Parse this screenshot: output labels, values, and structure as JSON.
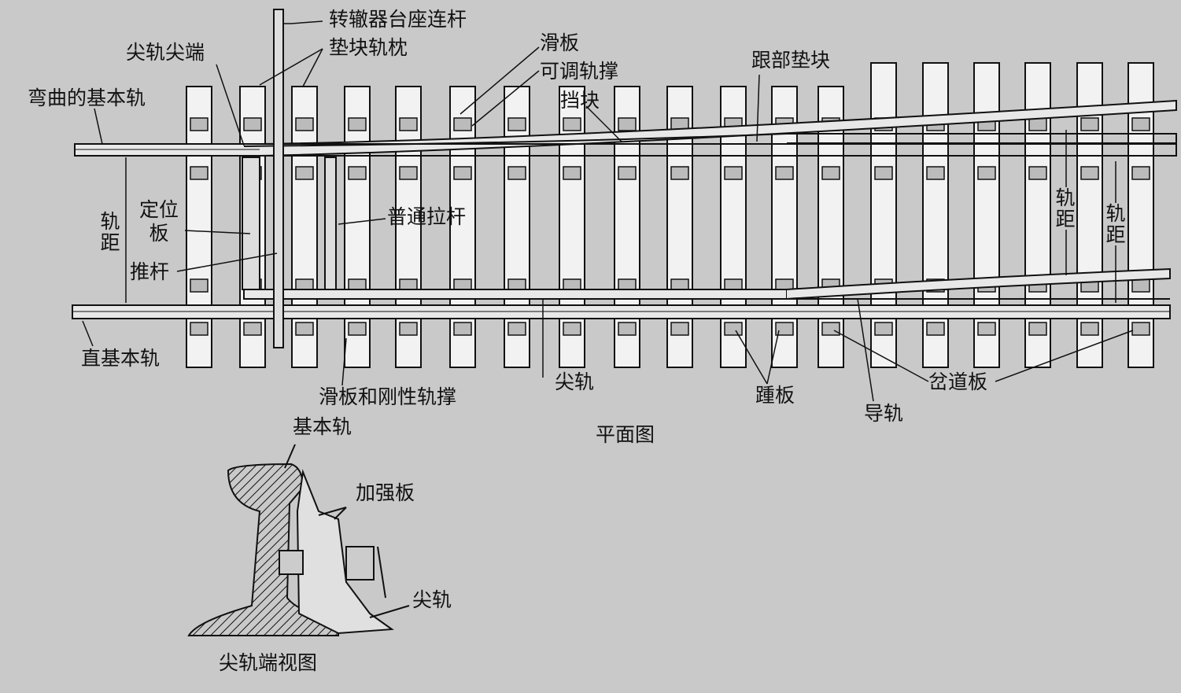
{
  "labels": {
    "switch_rod": "转辙器台座连杆",
    "block_sleeper": "垫块轨枕",
    "point_tip": "尖轨尖端",
    "curved_stock_rail": "弯曲的基本轨",
    "slide_plate": "滑板",
    "adjustable_brace": "可调轨撑",
    "stop_block": "挡块",
    "heel_block": "跟部垫块",
    "locating_plate": "定位板",
    "gauge_left": "轨距",
    "push_rod": "推杆",
    "ordinary_tie_rod": "普通拉杆",
    "gauge_right_1": "轨距",
    "gauge_right_2": "轨距",
    "straight_stock_rail": "直基本轨",
    "slide_plate_rigid_brace": "滑板和刚性轨撑",
    "switch_rail": "尖轨",
    "heel_plate": "踵板",
    "guide_rail": "导轨",
    "turnout_plate": "岔道板",
    "plan_view": "平面图",
    "section_stock_rail": "基本轨",
    "reinforcing_plate": "加强板",
    "section_switch_rail": "尖轨",
    "end_view": "尖轨端视图"
  }
}
